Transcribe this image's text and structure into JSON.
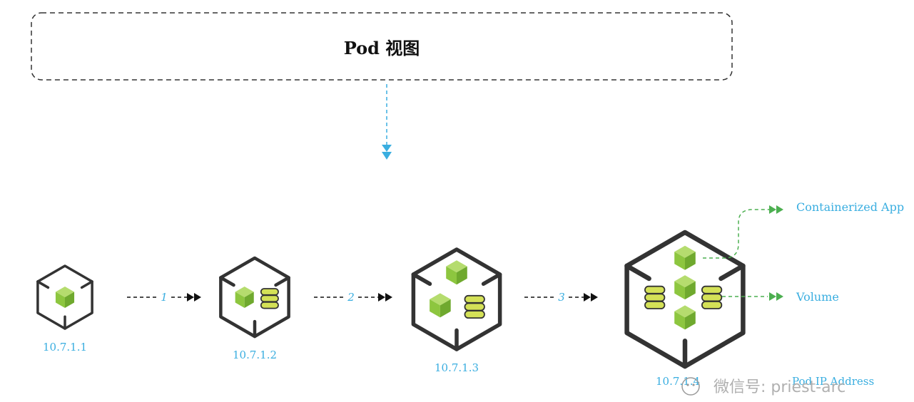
{
  "header": {
    "title": "Pod 视图"
  },
  "colors": {
    "accent_blue": "#3aaee0",
    "cube_outline": "#333333",
    "green_box": "#8dc63f",
    "green_db": "#d4e157",
    "green_arrow": "#4caf50",
    "arrow_black": "#111111"
  },
  "nodes": [
    {
      "ip": "10.7.1.1",
      "contents": [
        "container-icon"
      ]
    },
    {
      "ip": "10.7.1.2",
      "contents": [
        "container-icon",
        "database-icon"
      ]
    },
    {
      "ip": "10.7.1.3",
      "contents": [
        "container-icon",
        "container-icon",
        "database-icon"
      ]
    },
    {
      "ip": "10.7.1.4",
      "contents": [
        "container-icon",
        "container-icon",
        "container-icon",
        "database-icon",
        "database-icon"
      ]
    }
  ],
  "steps": [
    "1",
    "2",
    "3"
  ],
  "callouts": {
    "containerized_app": "Containerized App",
    "volume": "Volume",
    "pod_ip_address": "Pod IP Address"
  },
  "watermark": {
    "text": "微信号: priest-arc"
  }
}
